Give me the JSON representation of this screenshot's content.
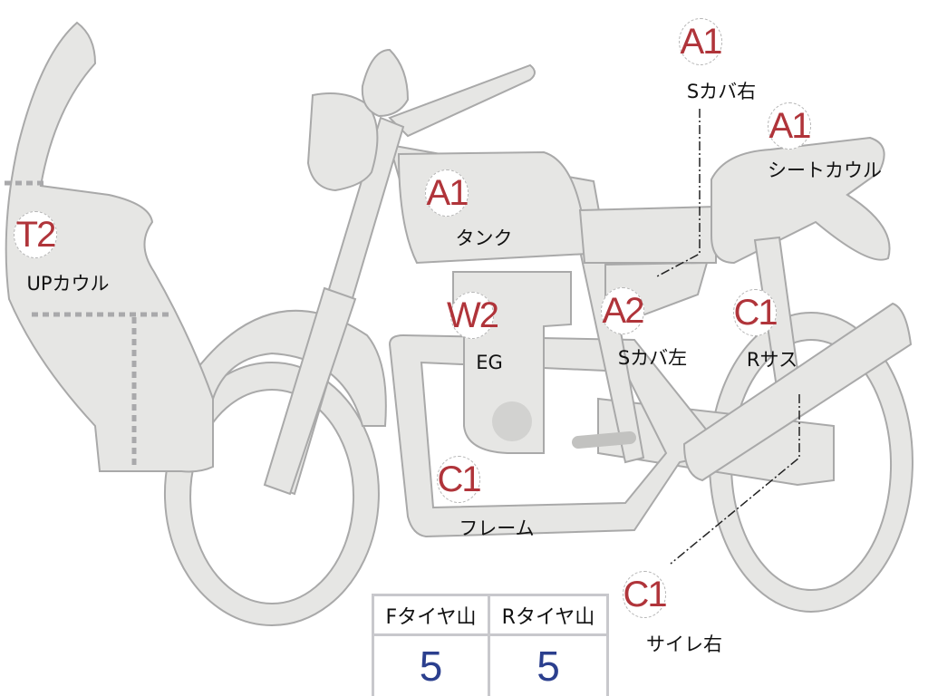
{
  "parts": [
    {
      "code": "A1",
      "name": "Sカバ右"
    },
    {
      "code": "A1",
      "name": "シートカウル"
    },
    {
      "code": "A1",
      "name": "タンク"
    },
    {
      "code": "T2",
      "name": "UPカウル"
    },
    {
      "code": "W2",
      "name": "EG"
    },
    {
      "code": "A2",
      "name": "Sカバ左"
    },
    {
      "code": "C1",
      "name": "Rサス"
    },
    {
      "code": "C1",
      "name": "フレーム"
    },
    {
      "code": "C1",
      "name": "サイレ右"
    }
  ],
  "tire_table": {
    "headers": [
      "Fタイヤ山",
      "Rタイヤ山"
    ],
    "values": [
      "5",
      "5"
    ]
  },
  "colors": {
    "code": "#b0343a",
    "value": "#2b3f8e",
    "part_fill": "#e6e6e4"
  }
}
